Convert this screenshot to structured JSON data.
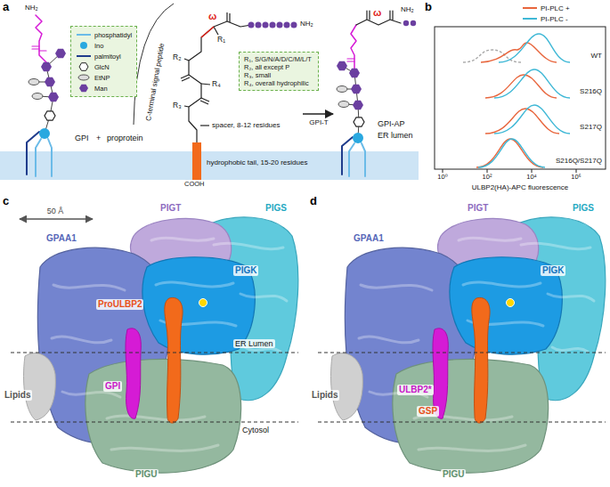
{
  "diagram": {
    "nodes": [
      {
        "text": [
          "R₁, S/G/N/A/D/C/M/L/T",
          "R₂, all except P",
          "R₃, small",
          "R₄, overall hydrophilic"
        ]
      }
    ],
    "labels": [
      "a",
      "GPI",
      "+",
      "proprotein",
      "C-terminal signal peptide",
      "ω",
      "R₁",
      "R₂",
      "R₃",
      "R₄",
      "NH₂",
      "spacer, 8-12 residues",
      "hydrophobic tail, 15-20 residues",
      "COOH",
      "GPI-T",
      "ω",
      "NH₂",
      "NH₂",
      "GPI-AP",
      "ER lumen",
      "b",
      "WT",
      "S216Q",
      "S217Q",
      "S216Q/S217Q",
      "10⁰",
      "10²",
      "10⁴",
      "10⁶",
      "ULBP2(HA)-APC fluorescence",
      "c",
      "50 Å",
      "PIGT",
      "PIGS",
      "PIGK",
      "GPAA1",
      "ProULBP2",
      "GPI",
      "Lipids",
      "ER Lumen",
      "Cytosol",
      "PIGU",
      "d",
      "PIGT",
      "PIGS",
      "PIGK",
      "GPAA1",
      "ULBP2*",
      "GSP",
      "Lipids",
      "PIGU"
    ],
    "legend": [
      {
        "text": "phosphatidyl"
      },
      {
        "text": "Ino"
      },
      {
        "text": "palmitoyl"
      },
      {
        "text": "GlcN"
      },
      {
        "text": "EtNP"
      },
      {
        "text": "Man"
      },
      {
        "text": "PI-PLC +"
      },
      {
        "text": "PI-PLC -"
      }
    ]
  }
}
